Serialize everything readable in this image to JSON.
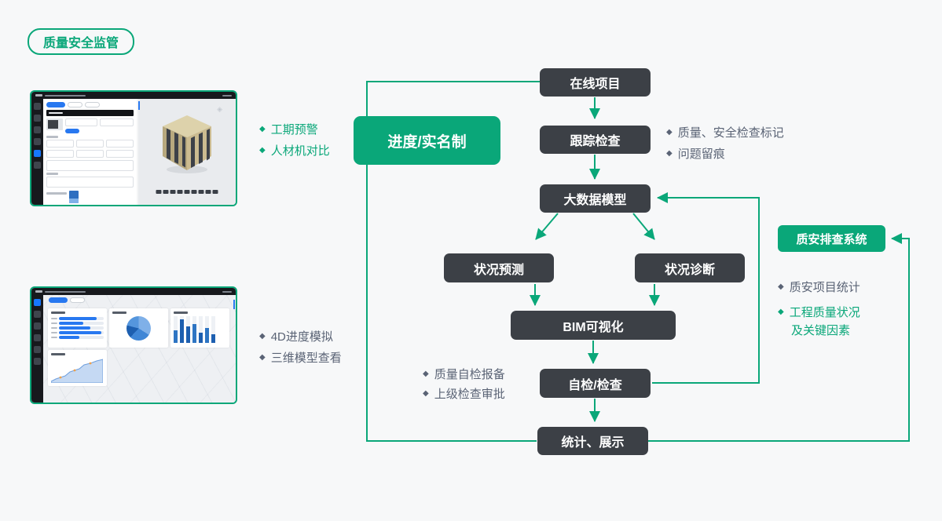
{
  "ui": {
    "bullet": "◆"
  },
  "badge": {
    "label": "质量安全监管"
  },
  "flow": {
    "online_project": "在线项目",
    "tracking_check": "跟踪检查",
    "big_data_model": "大数据模型",
    "status_forecast": "状况预测",
    "status_diagnosis": "状况诊断",
    "bim_visualization": "BIM可视化",
    "self_inspection": "自检/检查",
    "stats_display": "统计、展示",
    "progress_realname": "进度/实名制",
    "qa_screening_system": "质安排查系统"
  },
  "annotations": {
    "schedule_thumb": {
      "items": [
        "工期预警",
        "人材机对比"
      ]
    },
    "tracking": {
      "items": [
        "质量、安全检查标记",
        "问题留痕"
      ]
    },
    "self_inspection": {
      "items": [
        "质量自检报备",
        "上级检查审批"
      ]
    },
    "dashboard_thumb": {
      "items": [
        "4D进度模拟",
        "三维模型查看"
      ]
    },
    "qa_system": {
      "stat_item": "质安项目统计",
      "quality_item_line1": "工程质量状况",
      "quality_item_line2": "及关键因素"
    }
  },
  "colors": {
    "brand_green": "#0aa779",
    "node_dark": "#3c4046",
    "slate_text": "#5a6375",
    "mini_blue": "#2878f0",
    "background": "#f7f8f9"
  }
}
